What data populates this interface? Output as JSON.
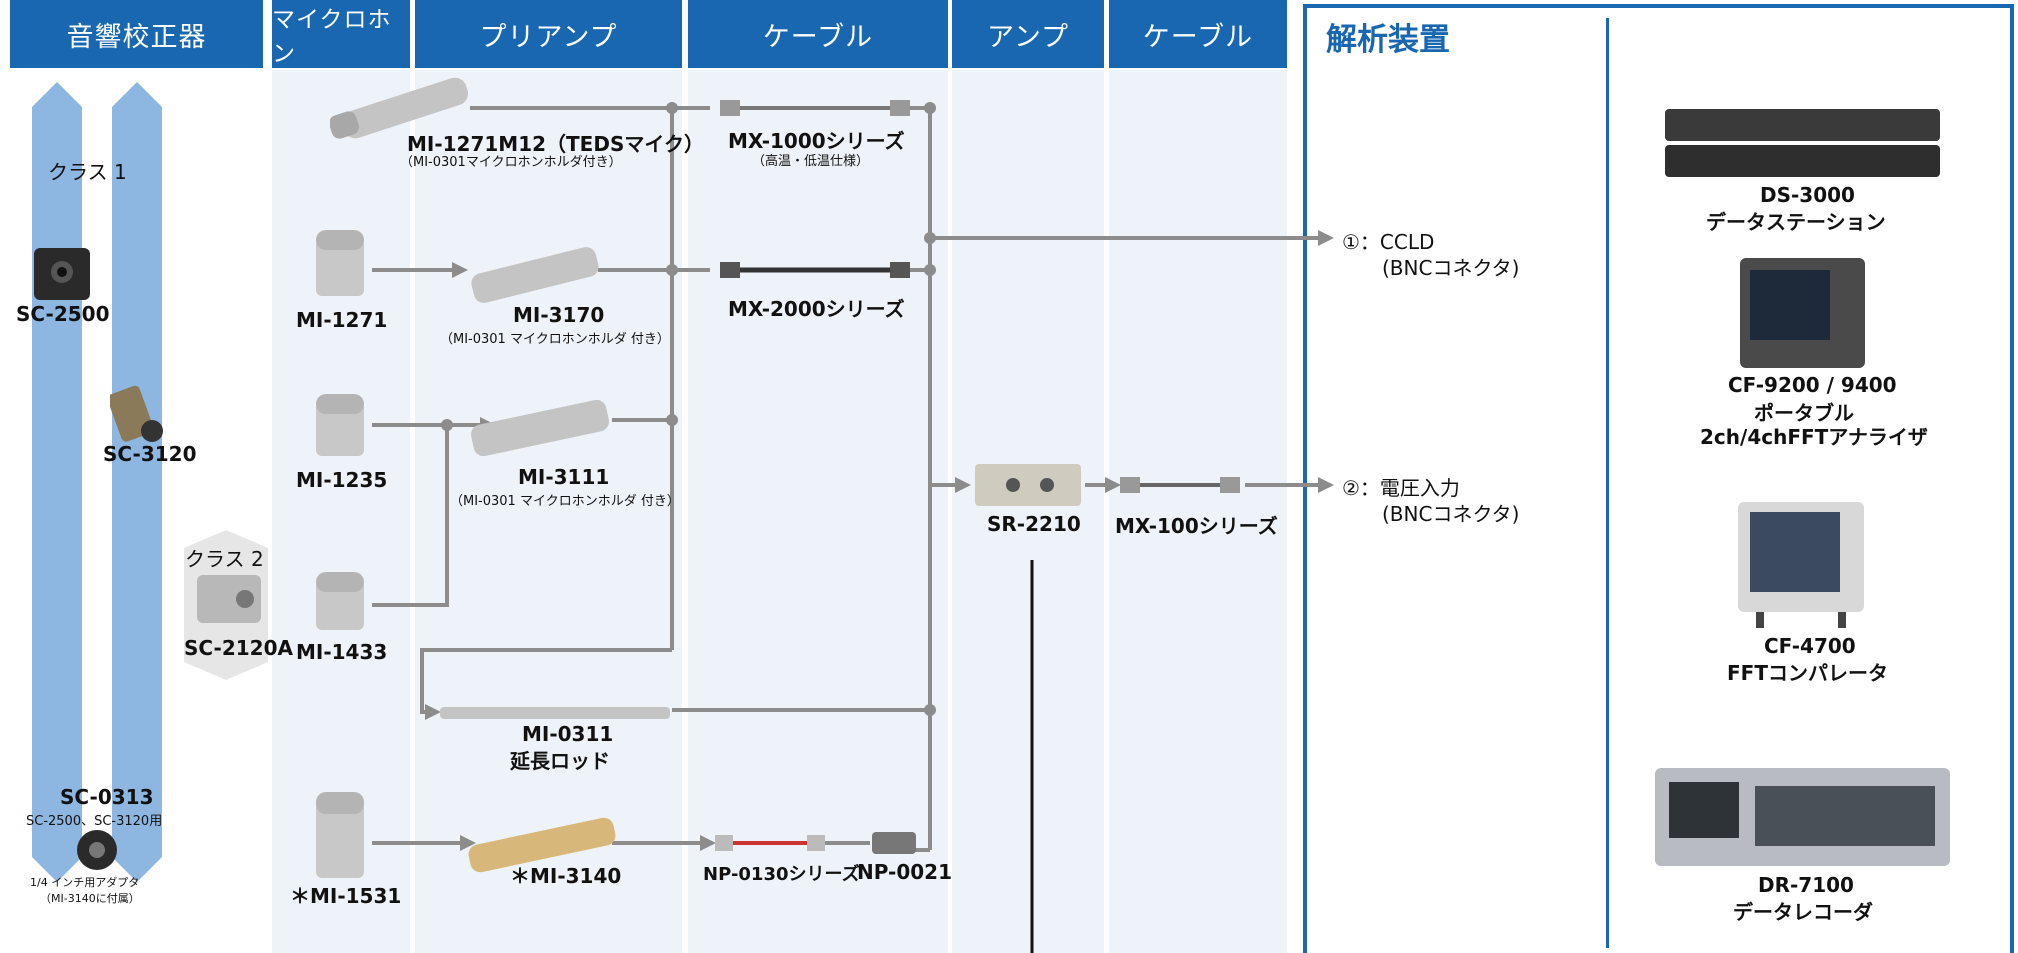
{
  "headers": {
    "calibrator": "音響校正器",
    "microphone": "マイクロホン",
    "preamp": "プリアンプ",
    "cable1": "ケーブル",
    "amp": "アンプ",
    "cable2": "ケーブル",
    "analyzer": "解析装置"
  },
  "calibrators": {
    "class1": "クラス 1",
    "class2": "クラス 2",
    "sc2500": "SC-2500",
    "sc3120": "SC-3120",
    "sc2120a": "SC-2120A",
    "sc0313": "SC-0313",
    "sc0313_note": "SC-2500、SC-3120用",
    "adapter_note1": "1/4 インチ用アダプタ",
    "adapter_note2": "（MI-3140に付属）"
  },
  "microphones": {
    "mi1271m12": "MI-1271M12（TEDSマイク）",
    "mi1271m12_note": "（MI-0301マイクロホンホルダ付き）",
    "mi1271": "MI-1271",
    "mi1235": "MI-1235",
    "mi1433": "MI-1433",
    "mi1531": "＊MI-1531"
  },
  "preamps": {
    "mi3170": "MI-3170",
    "mi3170_note": "（MI-0301 マイクロホンホルダ 付き）",
    "mi3111": "MI-3111",
    "mi3111_note": "（MI-0301 マイクロホンホルダ 付き）",
    "mi0311": "MI-0311",
    "mi0311_note": "延長ロッド",
    "mi3140": "＊MI-3140"
  },
  "cables": {
    "mx1000": "MX-1000シリーズ",
    "mx1000_note": "（高温・低温仕様）",
    "mx2000": "MX-2000シリーズ",
    "np0130": "NP-0130シリーズ",
    "np0021": "NP-0021",
    "mx100": "MX-100シリーズ"
  },
  "amp": {
    "sr2210": "SR-2210"
  },
  "inputs": {
    "ccld": "①：CCLD",
    "ccld_note": "(BNCコネクタ)",
    "voltage": "②：電圧入力",
    "voltage_note": "(BNCコネクタ)"
  },
  "analyzers": {
    "ds3000_model": "DS-3000",
    "ds3000_name": "データステーション",
    "cf9200_model": "CF-9200 / 9400",
    "cf9200_name1": "ポータブル",
    "cf9200_name2": "2ch/4chFFTアナライザ",
    "cf4700_model": "CF-4700",
    "cf4700_name": "FFTコンパレータ",
    "dr7100_model": "DR-7100",
    "dr7100_name": "データレコーダ"
  },
  "colors": {
    "header_blue": "#1867b0",
    "column_bg": "#eef3f9",
    "band_blue": "#8db6e0",
    "wire_gray": "#8c8c8c"
  }
}
